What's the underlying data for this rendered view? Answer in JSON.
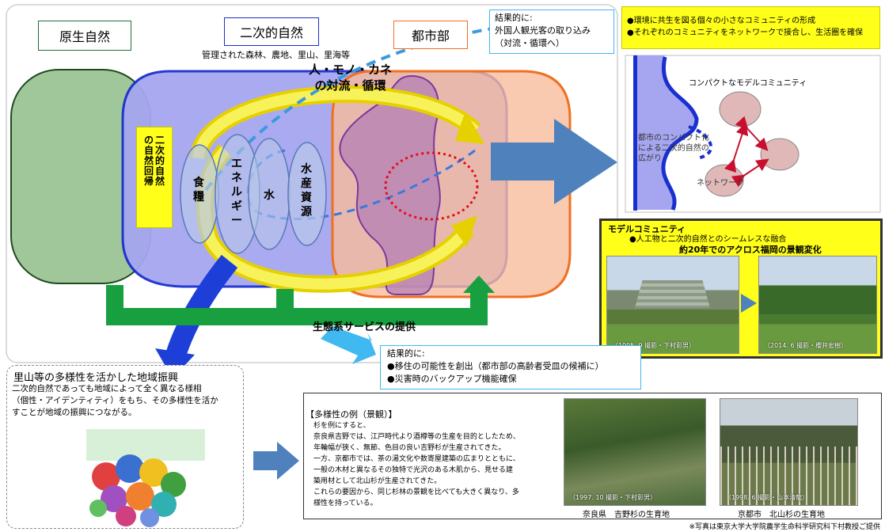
{
  "zones": {
    "primeval": "原生自然",
    "secondary": "二次的自然",
    "secondary_sub": "管理された森林、農地、里山、里海等",
    "urban": "都市部"
  },
  "flow_title_1": "人・モノ・カネ",
  "flow_title_2": "の対流・循環",
  "return_label": [
    "二",
    "次",
    "的",
    "自",
    "然",
    "の",
    "自",
    "然",
    "回",
    "帰"
  ],
  "resources": {
    "food": [
      "食",
      "糧"
    ],
    "energy": [
      "エ",
      "ネ",
      "ル",
      "ギ",
      "ー"
    ],
    "water": [
      "水"
    ],
    "marine": [
      "水",
      "産",
      "資",
      "源"
    ]
  },
  "ecosystem_service": "生態系サービスの提供",
  "result_top": {
    "line1": "結果的に:",
    "line2": "外国人観光客の取り込み",
    "line3": "（対流・循環へ）"
  },
  "network_panel": {
    "bullet1": "●環境に共生を図る個々の小さなコミュニティの形成",
    "bullet2": "●それぞれのコミュニティをネットワークで接合し、生活圏を確保",
    "compact_label": "コンパクトなモデルコミュニティ",
    "spread_label_1": "都市のコンパクト化",
    "spread_label_2": "による二次的自然の",
    "spread_label_3": "広がり",
    "network_label": "ネットワーク"
  },
  "model_panel": {
    "title": "モデルコミュニティ",
    "bullet": "●人工物と二次的自然とのシームレスな融合",
    "subtitle": "約20年でのアクロス福岡の景観変化",
    "photo1_caption": "（1995. 9 撮影・下村彰男）",
    "photo2_caption": "（2014. 6 撮影・櫻井宏樹）"
  },
  "result_bottom": {
    "line1": "結果的に:",
    "line2": "●移住の可能性を創出（都市部の高齢者受皿の候補に）",
    "line3": "●災害時のバックアップ機能確保"
  },
  "regional": {
    "title": "里山等の多様性を活かした地域振興",
    "body1": "二次的自然であっても地域によって全く異なる様相",
    "body2": "（個性・アイデンティティ）をもち、その多様性を活か",
    "body3": "すことが地域の振興につながる。"
  },
  "diversity": {
    "title": "【多様性の例（景観）】",
    "lines": [
      "杉を例にすると、",
      "奈良県吉野では、江戸時代より酒樽等の生産を目的としたため、",
      "年輪幅が狭く、無節、色目の良い吉野杉が生産されてきた。",
      "一方、京都市では、茶の湯文化や数寄屋建築の広まりとともに、",
      "一般の木材と異なるその独特で光沢のある木肌から、見せる建",
      "築用材として北山杉が生産されてきた。",
      "これらの要因から、同じ杉林の景観を比べても大きく異なり、多",
      "様性を持っている。"
    ],
    "photo1_caption": "（1997. 10 撮影・下村彰男）",
    "photo2_caption": "（1998. 6 撮影・山本清龍）",
    "label1": "奈良県　吉野杉の生育地",
    "label2": "京都市　北山杉の生育地"
  },
  "credit": "※写真は東京大学大学院農学生命科学研究科下村教授ご提供"
}
